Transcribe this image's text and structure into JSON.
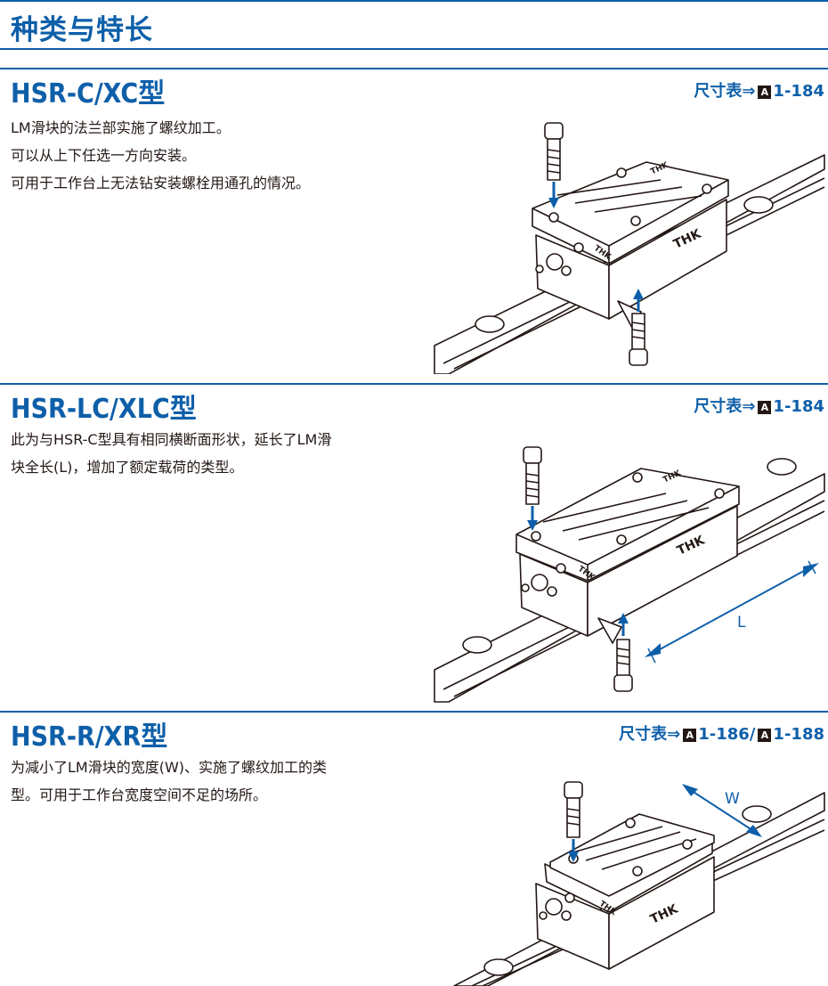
{
  "page_title": "种类与特长",
  "colors": {
    "accent": "#0e5fa9",
    "text": "#231815",
    "ref_box": "#231815",
    "line": "#231815"
  },
  "sections": [
    {
      "title": "HSR-C/XC型",
      "ref_prefix": "尺寸表⇒",
      "ref_icon": "A",
      "refs": [
        "1-184"
      ],
      "desc_lines": [
        "LM滑块的法兰部实施了螺纹加工。",
        "可以从上下任选一方向安装。",
        "可用于工作台上无法钻安装螺栓用通孔的情况。"
      ],
      "brand_marks": [
        "THK",
        "THK",
        "THK"
      ]
    },
    {
      "title": "HSR-LC/XLC型",
      "ref_prefix": "尺寸表⇒",
      "ref_icon": "A",
      "refs": [
        "1-184"
      ],
      "desc_lines": [
        "此为与HSR-C型具有相同横断面形状，延长了LM滑",
        "块全长(L)，增加了额定载荷的类型。"
      ],
      "dimension_label": "L",
      "brand_marks": [
        "THK",
        "THK",
        "THK"
      ]
    },
    {
      "title": "HSR-R/XR型",
      "ref_prefix": "尺寸表⇒",
      "ref_icon": "A",
      "refs": [
        "1-186",
        "1-188"
      ],
      "ref_separator": "/",
      "desc_lines": [
        "为减小了LM滑块的宽度(W)、实施了螺纹加工的类",
        "型。可用于工作台宽度空间不足的场所。"
      ],
      "dimension_label": "W",
      "brand_marks": [
        "THK",
        "THK"
      ]
    }
  ]
}
